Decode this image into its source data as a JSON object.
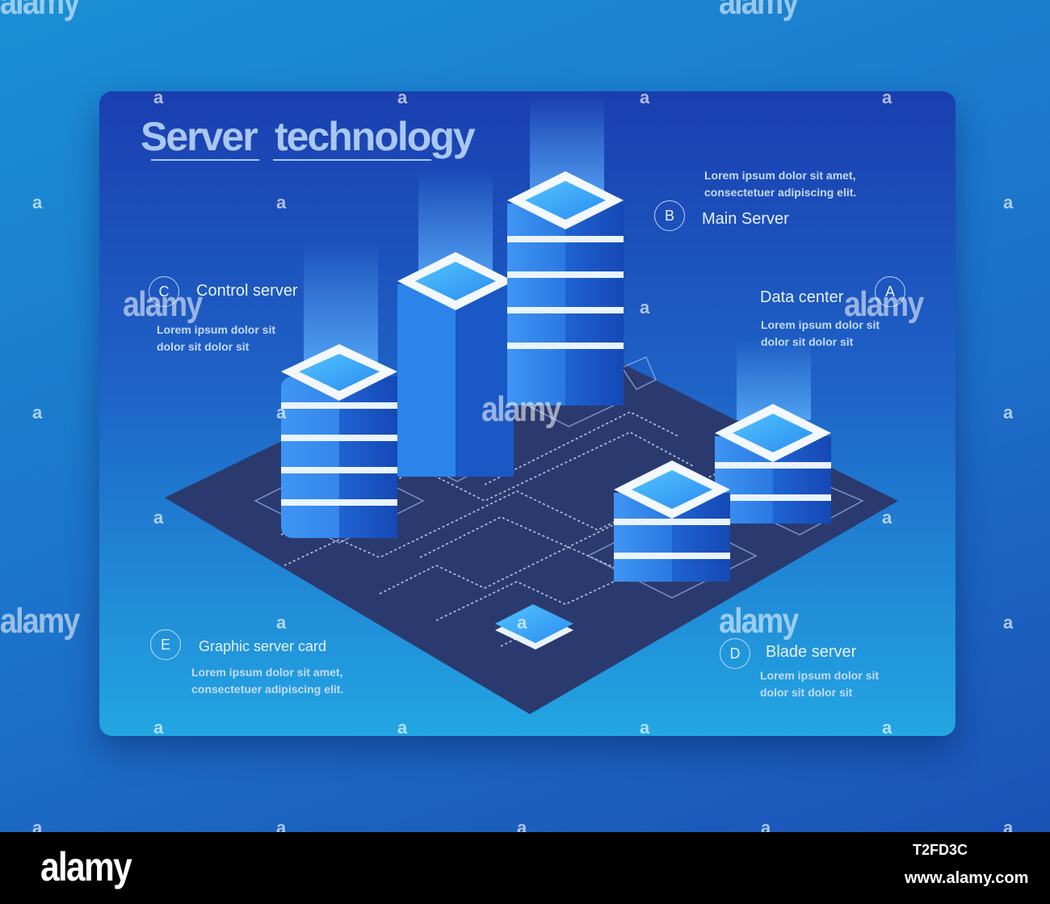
{
  "title": {
    "word1": "Server",
    "word2": "technology"
  },
  "nodes": {
    "a": {
      "letter": "A",
      "label": "Data center",
      "desc1": "Lorem ipsum dolor sit",
      "desc2": "dolor sit  dolor sit"
    },
    "b": {
      "letter": "B",
      "label": "Main Server",
      "desc1": "Lorem ipsum dolor sit amet,",
      "desc2": "consectetuer adipiscing elit."
    },
    "c": {
      "letter": "C",
      "label": "Control server",
      "desc1": "Lorem ipsum dolor sit",
      "desc2": "dolor sit  dolor sit"
    },
    "d": {
      "letter": "D",
      "label": "Blade server",
      "desc1": "Lorem ipsum dolor sit",
      "desc2": "dolor sit  dolor sit"
    },
    "e": {
      "letter": "E",
      "label": "Graphic server card",
      "desc1": "Lorem ipsum dolor sit amet,",
      "desc2": "consectetuer adipiscing elit."
    }
  },
  "watermark": {
    "text": "alamy",
    "mark": "a"
  },
  "footer": {
    "logo": "alamy",
    "image_id": "T2FD3C",
    "site": "www.alamy.com"
  },
  "colors": {
    "background": "#1c6fc9",
    "card_top": "#1a3fb0",
    "card_bottom": "#22a6e2",
    "platform": "#2b3a6e",
    "server_light": "#4aa6ff",
    "server_dark": "#1b63d6",
    "title": "#a9c7f2"
  }
}
